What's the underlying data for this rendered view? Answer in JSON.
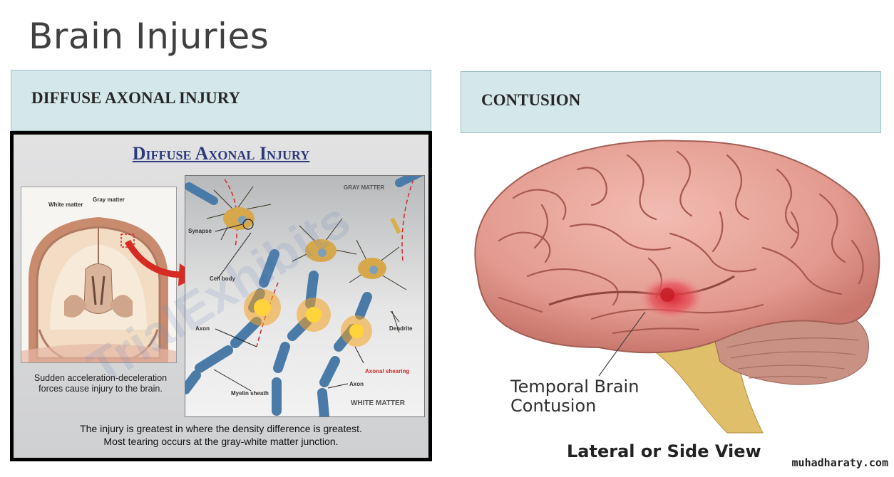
{
  "slide": {
    "title": "Brain Injuries"
  },
  "left_section": {
    "header": "DIFFUSE AXONAL INJURY",
    "figure": {
      "title": "Diffuse Axonal Injury",
      "labels": {
        "white_matter": "White matter",
        "gray_matter": "Gray matter",
        "gray_matter_caps": "GRAY MATTER",
        "white_matter_caps": "WHITE MATTER",
        "synapse": "Synapse",
        "cell_body": "Cell body",
        "axon": "Axon",
        "axon2": "Axon",
        "dendrite": "Dendrite",
        "axonal_shearing": "Axonal shearing",
        "myelin_sheath": "Myelin sheath"
      },
      "caption_left": "Sudden acceleration-deceleration forces cause injury to the brain.",
      "caption_bottom_1": "The injury is greatest in where the density difference is greatest.",
      "caption_bottom_2": "Most tearing occurs at the gray-white matter junction.",
      "watermark": "TrialExhibits"
    }
  },
  "right_section": {
    "header": "CONTUSION",
    "figure": {
      "label_line1": "Temporal Brain",
      "label_line2": "Contusion",
      "view_label": "Lateral or Side View"
    }
  },
  "footer": {
    "site": "muhadharaty.com"
  },
  "colors": {
    "header_bg": "#d4e8ea",
    "title_text": "#404040",
    "figure_title": "#2d3b7a",
    "brain_pink": "#e8a39a",
    "contusion_red": "#d9232e",
    "axonal_red": "#d0282b"
  }
}
